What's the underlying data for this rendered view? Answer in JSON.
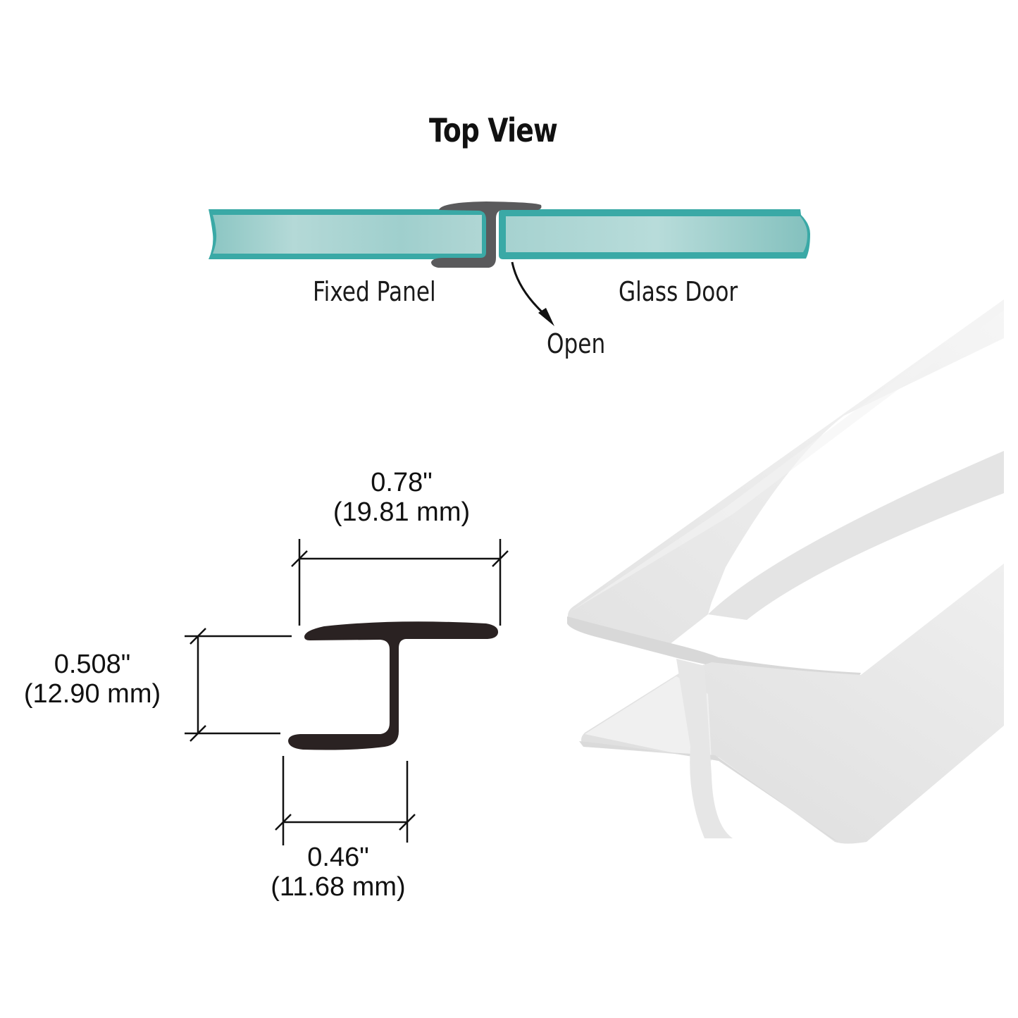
{
  "top_view": {
    "title": "Top View",
    "labels": {
      "fixed_panel": "Fixed Panel",
      "glass_door": "Glass Door",
      "open": "Open"
    },
    "colors": {
      "glass_edge": "#3aa9a6",
      "glass_face": "#9fcfcd",
      "seal": "#5a5a5c"
    }
  },
  "profile_drawing": {
    "width_top": {
      "imperial": "0.78\"",
      "metric": "(19.81 mm)"
    },
    "height": {
      "imperial": "0.508\"",
      "metric": "(12.90 mm)"
    },
    "width_bottom": {
      "imperial": "0.46\"",
      "metric": "(11.68 mm)"
    },
    "colors": {
      "profile": "#2a2222",
      "dim_line": "#111111"
    }
  },
  "product_render": {
    "description": "clear H-jamb seal strip, 3D view",
    "color": "#ececec"
  }
}
